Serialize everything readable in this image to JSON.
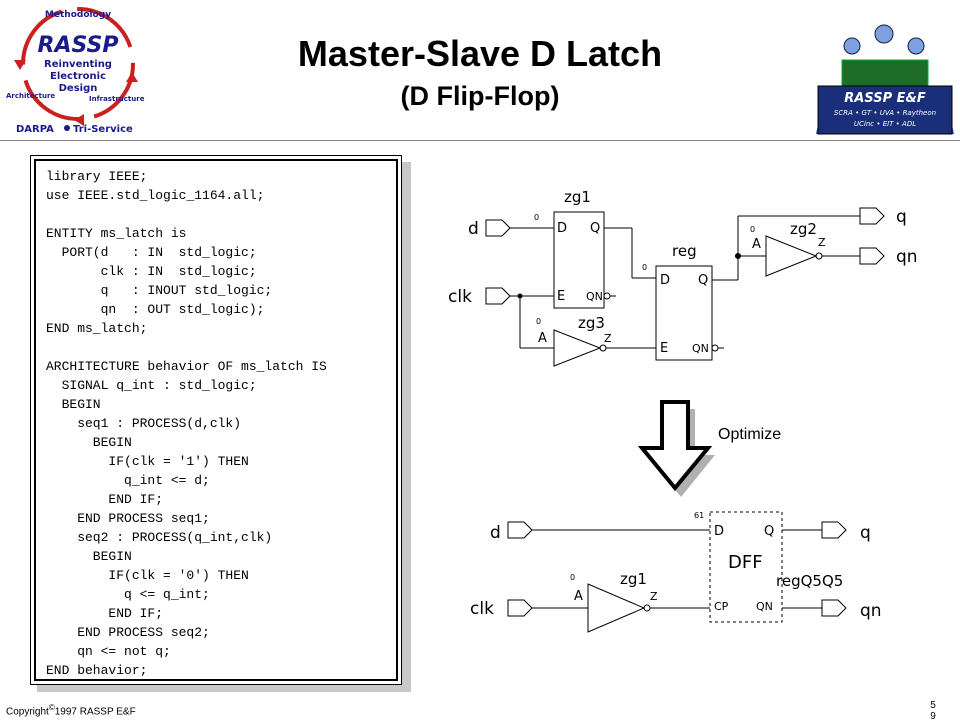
{
  "header": {
    "title": "Master-Slave D Latch",
    "subtitle": "(D Flip-Flop)"
  },
  "logo_left": {
    "methodology": "Methodology",
    "rassp": "RASSP",
    "reinventing": "Reinventing",
    "electronic": "Electronic",
    "design": "Design",
    "architecture": "Architecture",
    "infrastructure": "Infrastructure",
    "darpa": "DARPA",
    "tri_service": "Tri-Service"
  },
  "logo_right": {
    "title": "RASSP E&F",
    "line1": "SCRA • GT • UVA • Raytheon",
    "line2": "UCinc • EIT • ADL"
  },
  "code": {
    "lines": [
      "library IEEE;",
      "use IEEE.std_logic_1164.all;",
      "",
      "ENTITY ms_latch is",
      "  PORT(d   : IN  std_logic;",
      "       clk : IN  std_logic;",
      "       q   : INOUT std_logic;",
      "       qn  : OUT std_logic);",
      "END ms_latch;",
      "",
      "ARCHITECTURE behavior OF ms_latch IS",
      "  SIGNAL q_int : std_logic;",
      "  BEGIN",
      "    seq1 : PROCESS(d,clk)",
      "      BEGIN",
      "        IF(clk = '1') THEN",
      "          q_int <= d;",
      "        END IF;",
      "    END PROCESS seq1;",
      "    seq2 : PROCESS(q_int,clk)",
      "      BEGIN",
      "        IF(clk = '0') THEN",
      "          q <= q_int;",
      "        END IF;",
      "    END PROCESS seq2;",
      "    qn <= not q;",
      "END behavior;"
    ]
  },
  "schematic_top": {
    "in_d": "d",
    "in_clk": "clk",
    "out_q": "q",
    "out_qn": "qn",
    "zg1": "zg1",
    "zg2": "zg2",
    "zg3": "zg3",
    "reg": "reg",
    "pin_d": "D",
    "pin_q": "Q",
    "pin_e": "E",
    "pin_qn": "QN",
    "pin_a": "A",
    "pin_z": "Z",
    "zero": "0"
  },
  "optimize": {
    "label": "Optimize"
  },
  "schematic_bottom": {
    "in_d": "d",
    "in_clk": "clk",
    "out_q": "q",
    "out_qn": "qn",
    "zg1": "zg1",
    "dff": "DFF",
    "inst": "regQ5Q5",
    "pin_d": "D",
    "pin_q": "Q",
    "pin_cp": "CP",
    "pin_qn": "QN",
    "pin_a": "A",
    "pin_z": "Z",
    "zero": "0",
    "wire_tag": "61"
  },
  "footer": {
    "copyright_prefix": "Copyright",
    "copyright_symbol": "©",
    "copyright_rest": "1997 RASSP E&F",
    "page_number": "59"
  },
  "colors": {
    "logo_red": "#cc2020",
    "logo_blue": "#1a1a8c",
    "logo_yellow": "#e8d840",
    "badge_green": "#2e7d3a",
    "badge_blue": "#3060c0"
  }
}
